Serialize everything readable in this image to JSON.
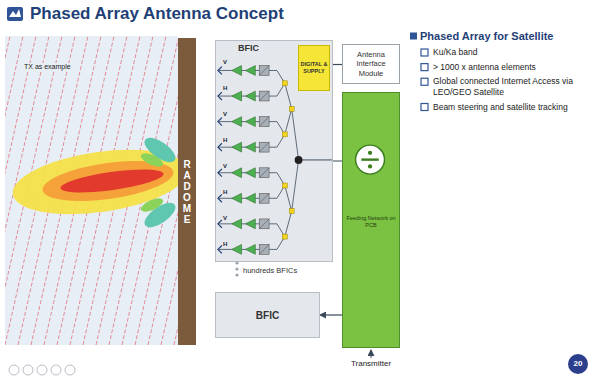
{
  "diagram": {
    "title": "Phased Array Antenna Concept",
    "nodes": [
      {
        "text": [
          "RADOME"
        ]
      },
      {
        "text": [
          "BFIC"
        ]
      },
      {
        "text": [
          "DIGITAL & SUPPLY"
        ],
        "in": 1
      },
      {
        "text": [
          "Antenna Interface Module"
        ]
      },
      {
        "text": [
          "Feeding Network on PCB"
        ]
      },
      {
        "text": [
          "BFIC"
        ]
      }
    ],
    "edges": [
      {
        "from": 2,
        "to": 3,
        "arrow": "none"
      },
      {
        "from": 4,
        "to": 5,
        "arrow": "to"
      }
    ],
    "labels": [
      "TX as example",
      "V",
      "H",
      "V",
      "H",
      "V",
      "H",
      "V",
      "H",
      "hundreds BFICs",
      "Transmitter",
      "Phased Array for Satellite",
      "Ku/Ka band",
      "> 1000 x antenna elements",
      "Global connected Internet Access via LEO/GEO Satellite",
      "Beam steering and satellite tracking",
      "20"
    ]
  }
}
